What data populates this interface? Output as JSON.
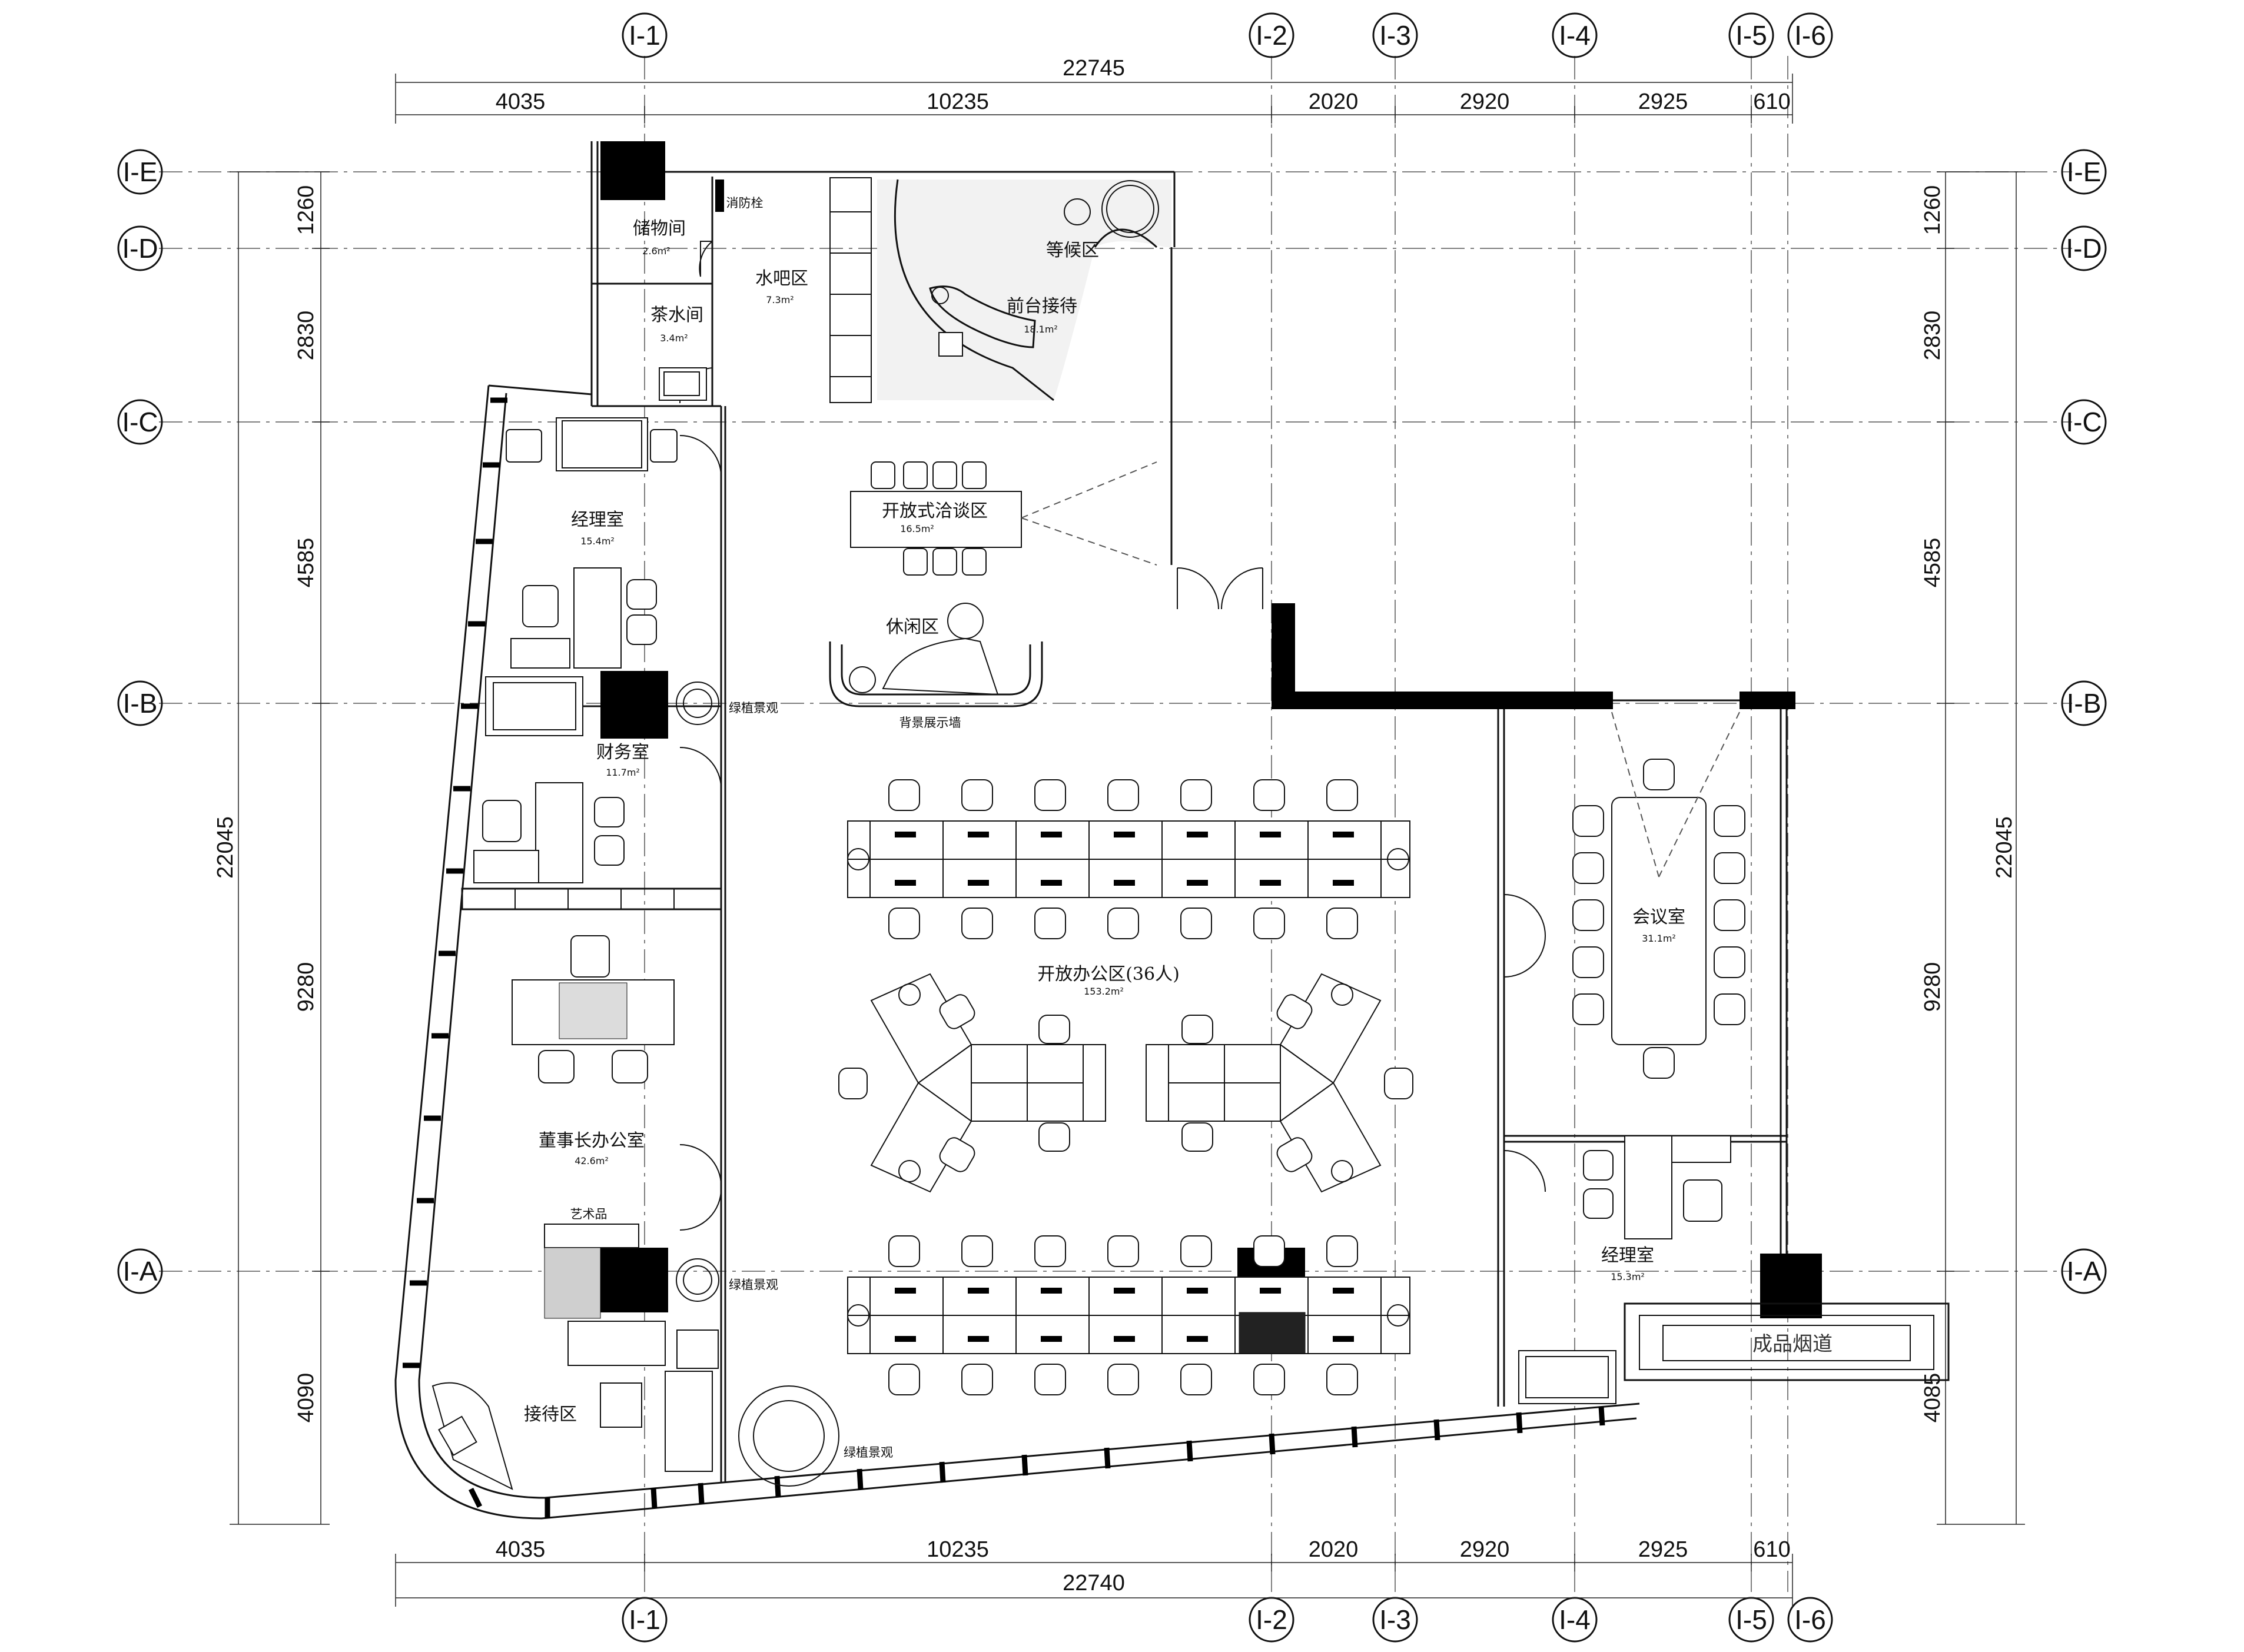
{
  "axes": {
    "columns": [
      "I-1",
      "I-2",
      "I-3",
      "I-4",
      "I-5",
      "I-6"
    ],
    "rows": [
      "I-E",
      "I-D",
      "I-C",
      "I-B",
      "I-A"
    ]
  },
  "dimensions": {
    "top_total": "22745",
    "bottom_total": "22740",
    "top_segments": [
      "4035",
      "10235",
      "2020",
      "2920",
      "2925",
      "610"
    ],
    "bottom_segments": [
      "4035",
      "10235",
      "2020",
      "2920",
      "2925",
      "610"
    ],
    "left_total": "22045",
    "right_total": "22045",
    "left_segments": [
      "1260",
      "2830",
      "4585",
      "9280",
      "4090"
    ],
    "right_segments": [
      "1260",
      "2830",
      "4585",
      "9280",
      "4085"
    ]
  },
  "rooms": {
    "storage": {
      "name": "储物间",
      "area": "2.6m²"
    },
    "tea": {
      "name": "茶水间",
      "area": "3.4m²"
    },
    "water_bar": {
      "name": "水吧区",
      "area": "7.3m²"
    },
    "reception": {
      "name": "前台接待",
      "area": "18.1m²"
    },
    "waiting": {
      "name": "等候区"
    },
    "negotiation": {
      "name": "开放式洽谈区",
      "area": "16.5m²"
    },
    "leisure": {
      "name": "休闲区"
    },
    "manager_left": {
      "name": "经理室",
      "area": "15.4m²"
    },
    "finance": {
      "name": "财务室",
      "area": "11.7m²"
    },
    "open_office": {
      "name": "开放办公区(36人)",
      "area": "153.2m²"
    },
    "meeting": {
      "name": "会议室",
      "area": "31.1m²"
    },
    "chairman": {
      "name": "董事长办公室",
      "area": "42.6m²"
    },
    "manager_right": {
      "name": "经理室",
      "area": "15.3m²"
    },
    "reception_area": {
      "name": "接待区"
    }
  },
  "labels": {
    "hydrant": "消防栓",
    "green1": "绿植景观",
    "green2": "绿植景观",
    "green3": "绿植景观",
    "display_wall": "背景展示墙",
    "art": "艺术品",
    "flue": "成品烟道"
  }
}
